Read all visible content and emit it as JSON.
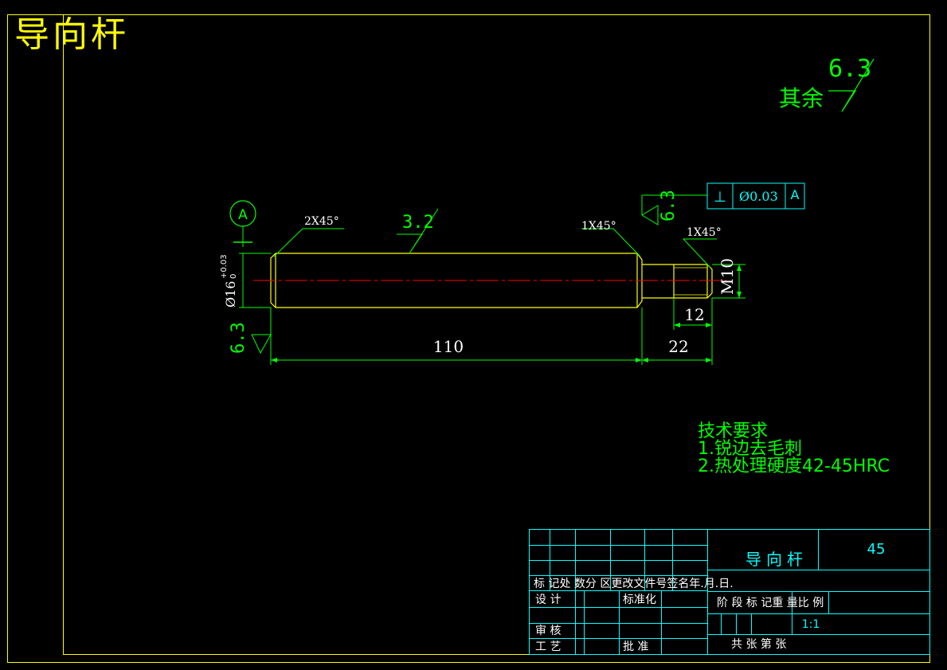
{
  "drawing": {
    "part_title": "导向杆",
    "surface_finish_general": {
      "label": "其余",
      "value": "6.3"
    },
    "datum_label": "A",
    "chamfer_left": "2X45°",
    "chamfer_right_body": "1X45°",
    "chamfer_right_thread": "1X45°",
    "finish_body": "3.2",
    "finish_left_face": "6.3",
    "finish_right_face": "6.3",
    "tolerance_frame": {
      "symbol": "⊥",
      "value": "Ø0.03",
      "datum": "A"
    },
    "dim_diameter": "Ø16",
    "dim_diameter_upper": "+0.03",
    "dim_diameter_lower": "0",
    "dim_thread": "M10",
    "dim_body_length": "110",
    "dim_thread_segment": "22",
    "dim_thread_length": "12",
    "colors": {
      "outline": "#ffff00",
      "dimension": "#00ff00",
      "centerline": "#ff0000",
      "frame": "#00ffff",
      "paper": "#000000"
    }
  },
  "notes": {
    "heading": "技术要求",
    "items": [
      "1.锐边去毛刺",
      "2.热处理硬度42-45HRC"
    ]
  },
  "title_block": {
    "name": "导向杆",
    "material": "45",
    "header_row": "标 记处 数分  区更改文件号签名年.月.日.",
    "design": "设 计",
    "standardize": "标准化",
    "stage_header": "阶 段 标 记重 量比 例",
    "scale": "1:1",
    "review": "审 核",
    "process": "工 艺",
    "approve": "批 准",
    "sheets": "共    张 第    张"
  }
}
